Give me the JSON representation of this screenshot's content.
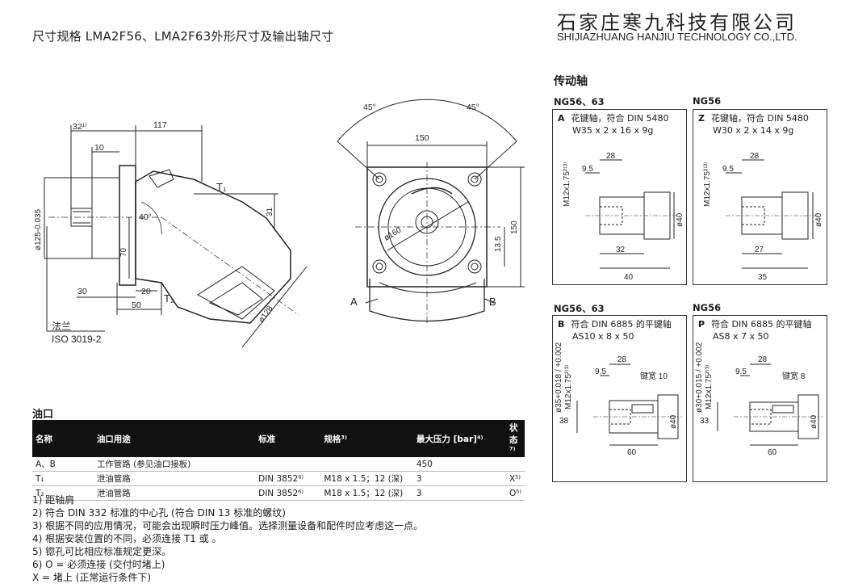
{
  "header": {
    "title": "尺寸规格 LMA2F56、LMA2F63外形尺寸及输出轴尺寸",
    "company_cn": "石家庄寒九科技有限公司",
    "company_en": "SHIJIAZHUANG HANJIU TECHNOLOGY CO.,LTD."
  },
  "side_view": {
    "dim_32": "32¹⁾",
    "dim_117": "117",
    "dim_10": "10",
    "dim_125": "ø125-0.035",
    "dim_40deg": "40°",
    "dim_31": "31",
    "dim_70": "70",
    "t1": "T₁",
    "t2": "T₂",
    "dim_30": "30",
    "dim_20": "20",
    "dim_50": "50",
    "dim_128": "ø128",
    "flange_label": "法兰",
    "flange_std": "ISO 3019-2"
  },
  "front_view": {
    "angle_left": "45°",
    "angle_right": "45°",
    "dim_150_h": "150",
    "dim_150_v": "150",
    "dim_160": "ø160",
    "dim_13_5": "13.5",
    "label_a": "A",
    "label_b": "B"
  },
  "shafts": {
    "section_title": "传动轴",
    "group_top_left": "NG56、63",
    "group_top_right": "NG56",
    "group_bottom_left": "NG56、63",
    "group_bottom_right": "NG56",
    "box_a": {
      "letter": "A",
      "line1": "花键轴，符合 DIN 5480",
      "line2": "W35 x 2 x 16 x 9g",
      "m12": "M12x1.75²⁾³⁾",
      "d28": "28",
      "d9_5": "9.5",
      "d32": "32",
      "d40": "40",
      "dia": "ø40"
    },
    "box_z": {
      "letter": "Z",
      "line1": "花键轴，符合 DIN 5480",
      "line2": "W30 x 2 x 14 x 9g",
      "m12": "M12x1.75²⁾³⁾",
      "d28": "28",
      "d9_5": "9.5",
      "d27": "27",
      "d35": "35",
      "dia": "ø40"
    },
    "box_b": {
      "letter": "B",
      "line1": "符合 DIN 6885 的平键轴",
      "line2": "AS10 x 8 x 50",
      "tol": "ø35+0.018 / +0.002",
      "m12": "M12x1.75²⁾³⁾",
      "d28": "28",
      "d9_5": "9.5",
      "key": "键宽 10",
      "d38": "38",
      "d60": "60",
      "dia": "ø40"
    },
    "box_p": {
      "letter": "P",
      "line1": "符合 DIN 6885 的平键轴",
      "line2": "AS8 x 7 x 50",
      "tol": "ø30+0.015 / +0.002",
      "m12": "M12x1.75²⁾³⁾",
      "d28": "28",
      "d9_5": "9.5",
      "key": "键宽 8",
      "d33": "33",
      "d60": "60",
      "dia": "ø40"
    }
  },
  "ports": {
    "heading": "油口",
    "columns": [
      "名称",
      "油口用途",
      "标准",
      "规格³⁾",
      "最大压力 [bar]⁴⁾",
      "状态⁷⁾"
    ],
    "rows": [
      [
        "A、B",
        "工作管路 (参见油口接板)",
        "",
        "",
        "450",
        ""
      ],
      [
        "T₁",
        "泄油管路",
        "DIN 3852⁶⁾",
        "M18 x 1.5；12 (深)",
        "3",
        "X⁵⁾"
      ],
      [
        "T₂",
        "泄油管路",
        "DIN 3852⁶⁾",
        "M18 x 1.5；12 (深)",
        "3",
        "O⁵⁾"
      ]
    ]
  },
  "notes": [
    "1) 距轴肩",
    "2) 符合 DIN 332 标准的中心孔 (符合 DIN 13 标准的螺纹)",
    "3) 根据不同的应用情况，可能会出现瞬时压力峰值。选择测量设备和配件时应考虑这一点。",
    "4) 根据安装位置的不同，必须连接 T1 或 。",
    "5) 锪孔可比相应标准规定更深。",
    "6) O = 必须连接 (交付时堵上)",
    "X = 堵上 (正常运行条件下)"
  ]
}
